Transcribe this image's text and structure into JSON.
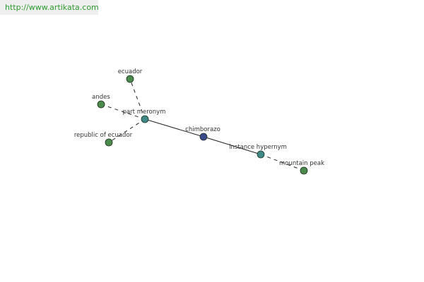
{
  "header": {
    "url_text": "http://www.artikata.com"
  },
  "colors": {
    "leaf_node": "#4a8a4a",
    "relation_node": "#3f8a88",
    "center_node": "#3a4a8a",
    "edge": "#222222",
    "banner_bg": "#efefef",
    "url_text": "#2f9a2f"
  },
  "graph": {
    "center": {
      "id": "chimborazo",
      "label": "chimborazo",
      "type": "center"
    },
    "nodes": [
      {
        "id": "part-meronym",
        "label": "part meronym",
        "type": "relation"
      },
      {
        "id": "instance-hypernym",
        "label": "instance hypernym",
        "type": "relation"
      },
      {
        "id": "ecuador",
        "label": "ecuador",
        "type": "leaf"
      },
      {
        "id": "andes",
        "label": "andes",
        "type": "leaf"
      },
      {
        "id": "republic-of-ecuador",
        "label": "republic of ecuador",
        "type": "leaf"
      },
      {
        "id": "mountain-peak",
        "label": "mountain peak",
        "type": "leaf"
      }
    ],
    "edges": [
      {
        "from": "part-meronym",
        "to": "chimborazo",
        "style": "solid"
      },
      {
        "from": "chimborazo",
        "to": "instance-hypernym",
        "style": "solid"
      },
      {
        "from": "part-meronym",
        "to": "ecuador",
        "style": "dashed"
      },
      {
        "from": "part-meronym",
        "to": "andes",
        "style": "dashed"
      },
      {
        "from": "part-meronym",
        "to": "republic-of-ecuador",
        "style": "dashed"
      },
      {
        "from": "instance-hypernym",
        "to": "mountain-peak",
        "style": "dashed"
      }
    ]
  }
}
